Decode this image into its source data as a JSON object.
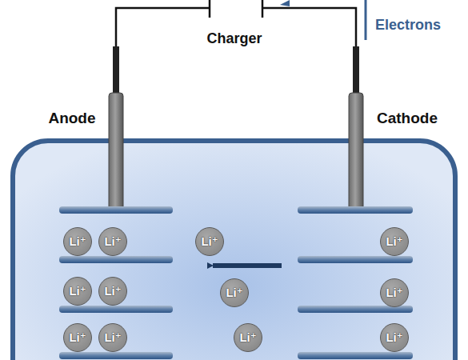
{
  "diagram": {
    "nodes": [
      {
        "text": [
          "Li⁺"
        ]
      },
      {
        "text": [
          "Li⁺"
        ]
      },
      {
        "text": [
          "Li⁺"
        ]
      },
      {
        "text": [
          "Li⁺"
        ]
      },
      {
        "text": [
          "Li⁺"
        ]
      },
      {
        "text": [
          "Li⁺"
        ]
      },
      {
        "text": [
          "Li⁺"
        ]
      },
      {
        "text": [
          "Li⁺"
        ]
      },
      {
        "text": [
          "Li⁺"
        ]
      },
      {
        "text": [
          "Li⁺"
        ]
      },
      {
        "text": [
          "Li⁺"
        ]
      },
      {
        "text": [
          "Li⁺"
        ]
      }
    ],
    "labels": [
      "Charger",
      "Electrons",
      "Anode",
      "Cathode"
    ]
  }
}
